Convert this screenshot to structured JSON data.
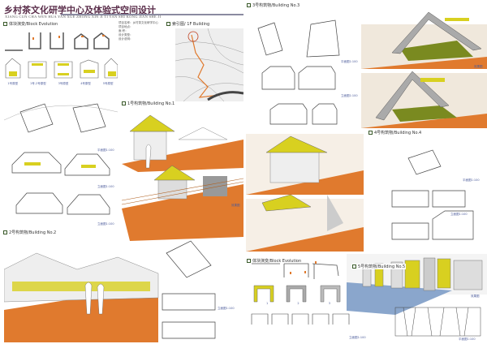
{
  "header": {
    "title": "乡村茶文化研学中心及体验式空间设计",
    "subtitle": "XIANG CUN CHA WEN HUA YAN XUE ZHONG XIN JI TI YAN SHI KONG JIAN SHE JI"
  },
  "sections": {
    "block_evolution_1": "体块演变/Block Evolution",
    "site": "索引图/ 1F Building",
    "building1": "1号构筑物/Building No.1",
    "building2": "2号构筑物/Building No.2",
    "building3": "3号构筑物/Building No.3",
    "building4": "4号构筑物/Building No.4",
    "block_evolution_2": "体块演变/Block Evolution",
    "building5": "5号构筑物/Building No.5"
  },
  "info_lines": [
    "项目名称：乡村茶文化研学中心",
    "项目地点：",
    "面    积：",
    "设计类型：",
    "设计说明："
  ],
  "evolution_captions": [
    "1号原型",
    "1号-2号原型",
    "3号原型",
    "4号原型",
    "5号原型"
  ],
  "captions": {
    "plan": "平面图1:100",
    "elevation": "立面图1:100",
    "render": "效果图"
  },
  "step_numbers": [
    "1",
    "2",
    "3"
  ],
  "colors": {
    "deck": "#e07a2e",
    "roof": "#d8d020",
    "frame": "#9a9a9a",
    "title": "#5a2d4a",
    "water": "#8aa6cc"
  }
}
